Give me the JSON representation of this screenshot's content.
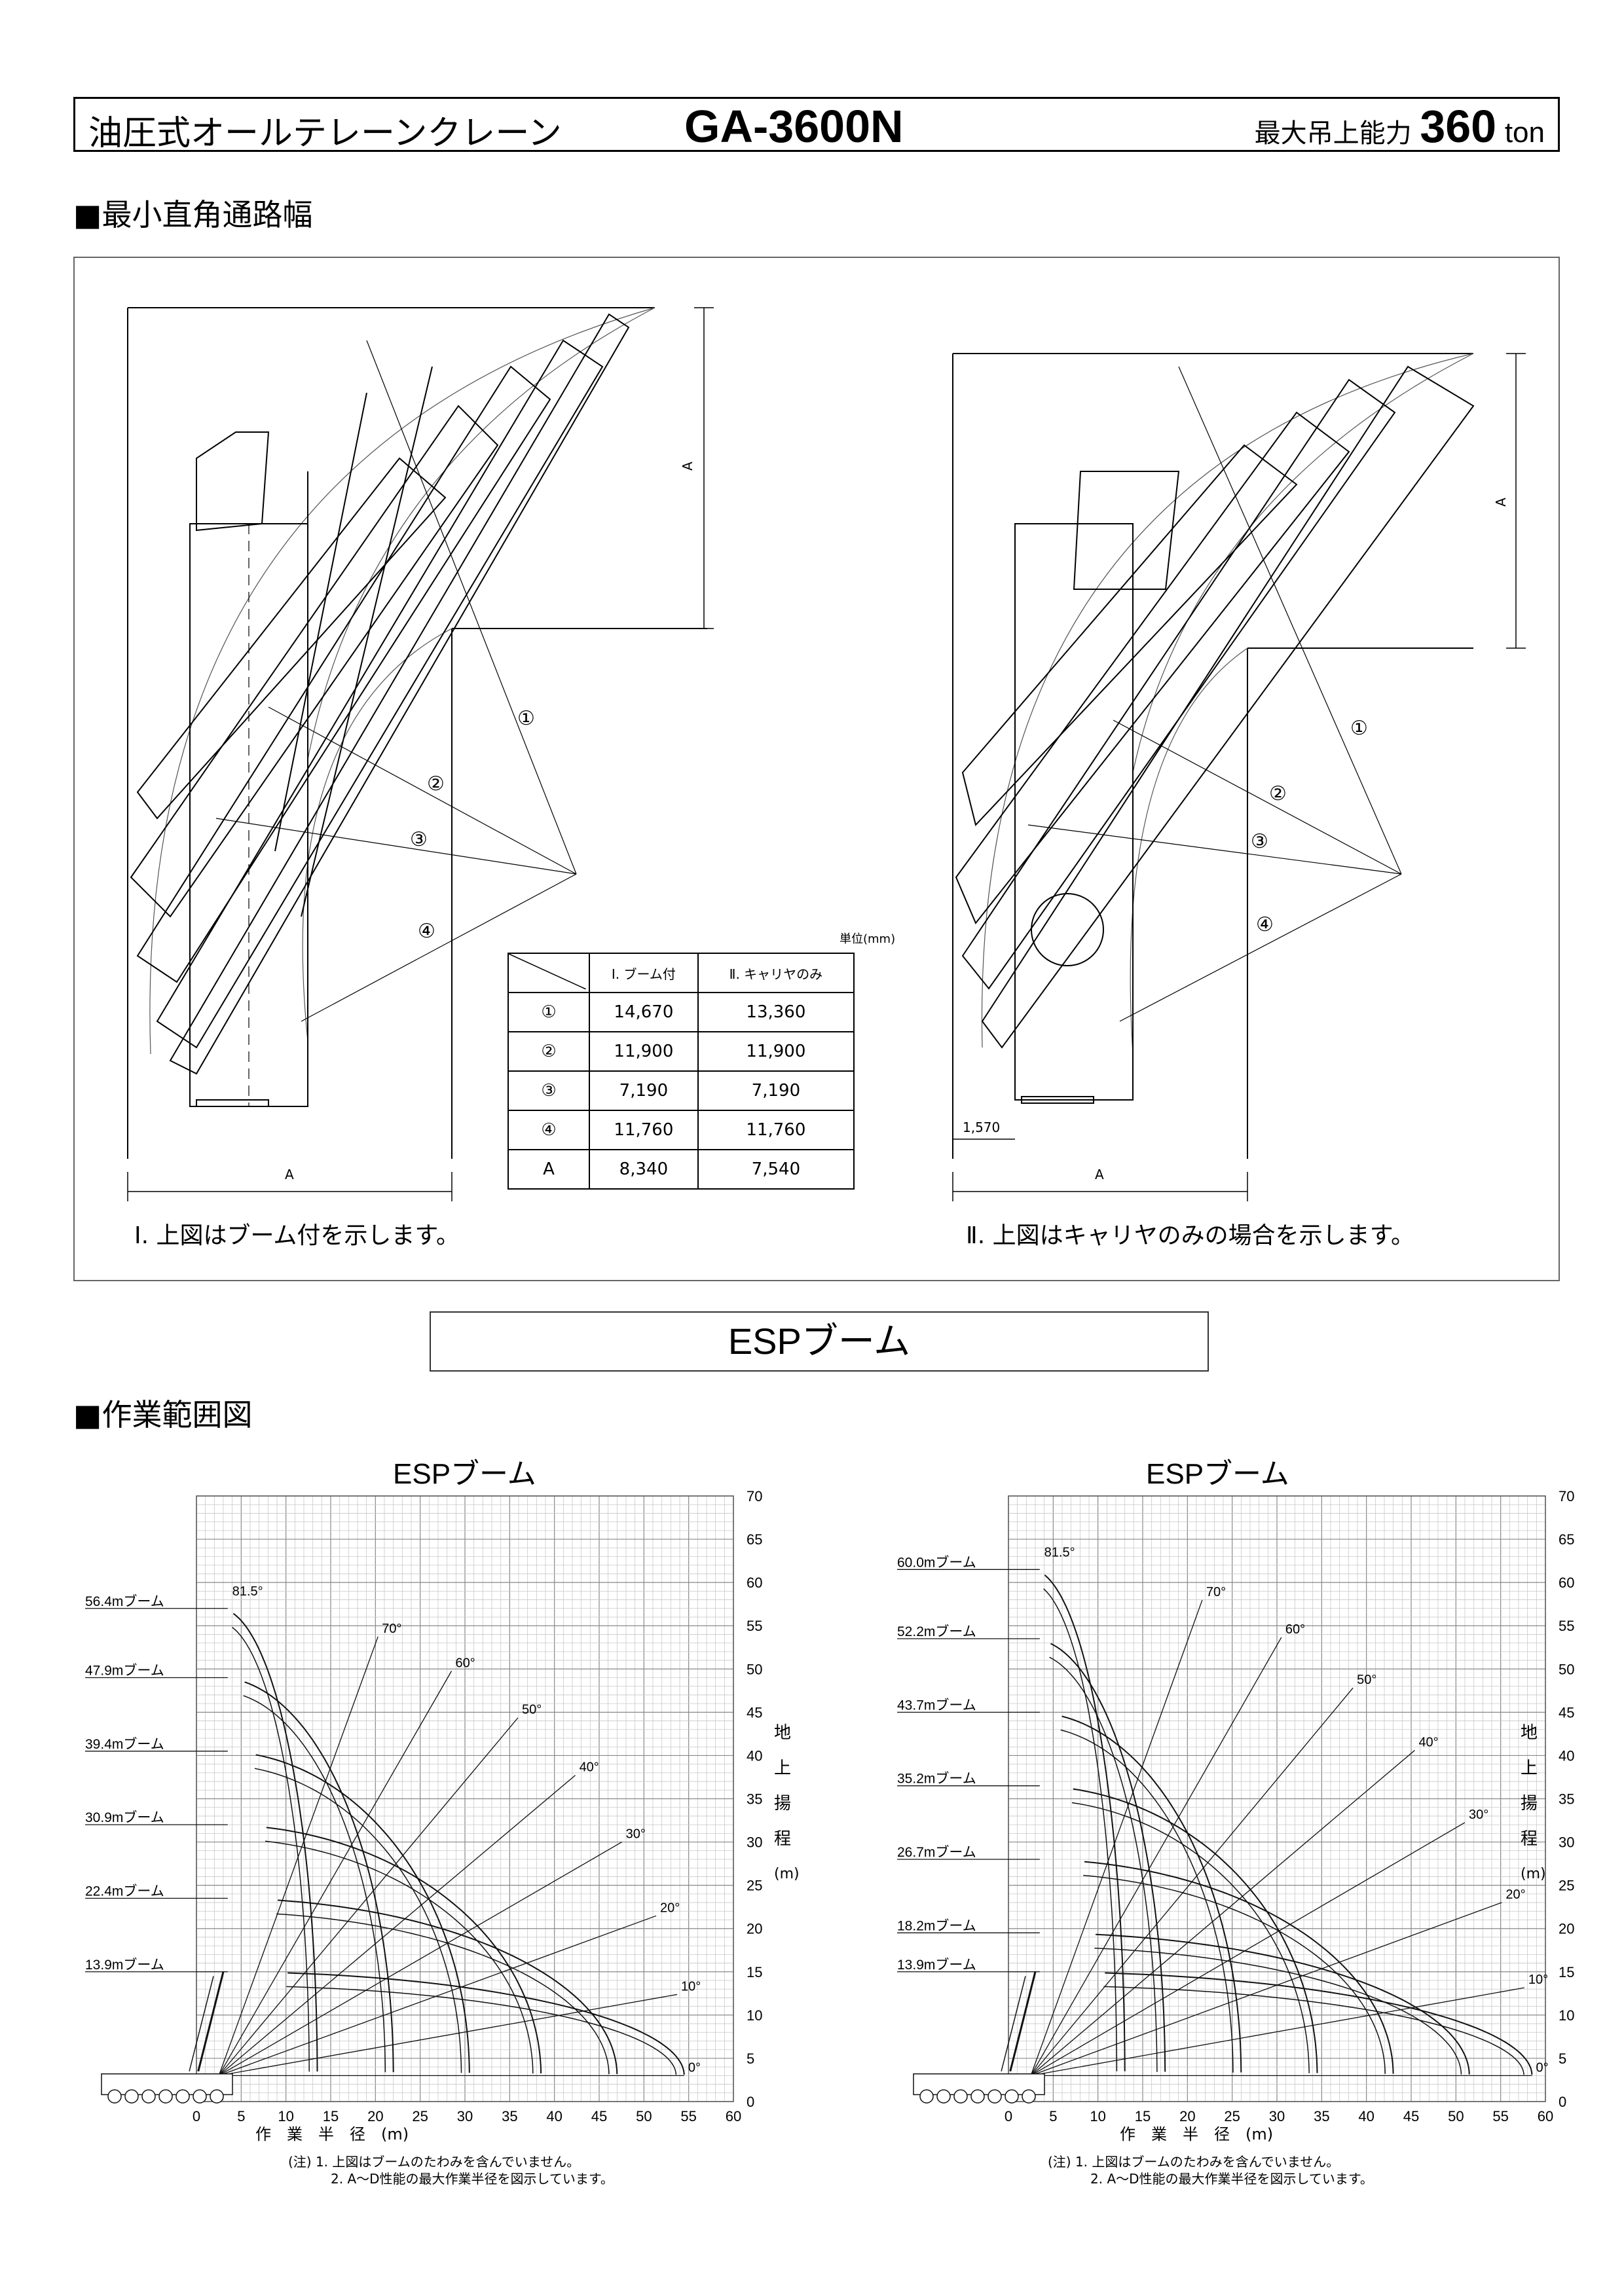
{
  "header": {
    "left_title": "油圧式オールテレーンクレーン",
    "model": "GA-3600N",
    "capacity_label": "最大吊上能力",
    "capacity_value": "360",
    "capacity_unit": "ton"
  },
  "turning": {
    "heading": "■最小直角通路幅",
    "left_caption": "Ⅰ. 上図はブーム付を示します。",
    "right_caption": "Ⅱ. 上図はキャリヤのみの場合を示します。",
    "dim_A": "A",
    "dim_1570": "1,570",
    "markers": [
      "①",
      "②",
      "③",
      "④"
    ],
    "table": {
      "unit": "単位(mm)",
      "col1": "Ⅰ. ブーム付",
      "col2": "Ⅱ. キャリヤのみ",
      "rows": [
        {
          "label": "①",
          "v1": "14,670",
          "v2": "13,360"
        },
        {
          "label": "②",
          "v1": "11,900",
          "v2": "11,900"
        },
        {
          "label": "③",
          "v1": "7,190",
          "v2": "7,190"
        },
        {
          "label": "④",
          "v1": "11,760",
          "v2": "11,760"
        },
        {
          "label": "A",
          "v1": "8,340",
          "v2": "7,540"
        }
      ]
    }
  },
  "esp_banner": "ESPブーム",
  "work_range": {
    "heading": "■作業範囲図",
    "x_label": "作　業　半　径　(m)",
    "y_label_chars": [
      "地",
      "上",
      "揚",
      "程"
    ],
    "y_unit": "(m)",
    "notes": [
      "(注)  1. 上図はブームのたわみを含んでいません。",
      "2. A～D性能の最大作業半径を図示しています。"
    ]
  },
  "chart_data": [
    {
      "type": "diagram",
      "title": "ESPブーム",
      "xlabel": "作業半径 (m)",
      "ylabel": "地上揚程 (m)",
      "xlim": [
        0,
        60
      ],
      "ylim": [
        0,
        70
      ],
      "x_ticks": [
        0,
        5,
        10,
        15,
        20,
        25,
        30,
        35,
        40,
        45,
        50,
        55,
        60
      ],
      "y_ticks": [
        0,
        5,
        10,
        15,
        20,
        25,
        30,
        35,
        40,
        45,
        50,
        55,
        60,
        65,
        70
      ],
      "boom_labels": [
        {
          "label": "56.4mブーム",
          "height": 57
        },
        {
          "label": "47.9mブーム",
          "height": 49
        },
        {
          "label": "39.4mブーム",
          "height": 40.5
        },
        {
          "label": "30.9mブーム",
          "height": 32
        },
        {
          "label": "22.4mブーム",
          "height": 23.5
        },
        {
          "label": "13.9mブーム",
          "height": 15
        }
      ],
      "arc_max_radius": [
        13.5,
        22,
        30.5,
        38.5,
        47,
        54.5
      ],
      "angles": [
        "81.5°",
        "70°",
        "60°",
        "50°",
        "40°",
        "30°",
        "20°",
        "10°",
        "0°"
      ]
    },
    {
      "type": "diagram",
      "title": "ESPブーム",
      "xlabel": "作業半径 (m)",
      "ylabel": "地上揚程 (m)",
      "xlim": [
        0,
        60
      ],
      "ylim": [
        0,
        70
      ],
      "x_ticks": [
        0,
        5,
        10,
        15,
        20,
        25,
        30,
        35,
        40,
        45,
        50,
        55,
        60
      ],
      "y_ticks": [
        0,
        5,
        10,
        15,
        20,
        25,
        30,
        35,
        40,
        45,
        50,
        55,
        60,
        65,
        70
      ],
      "boom_labels": [
        {
          "label": "60.0mブーム",
          "height": 61.5
        },
        {
          "label": "52.2mブーム",
          "height": 53.5
        },
        {
          "label": "43.7mブーム",
          "height": 45
        },
        {
          "label": "35.2mブーム",
          "height": 36.5
        },
        {
          "label": "26.7mブーム",
          "height": 28
        },
        {
          "label": "18.2mブーム",
          "height": 19.5
        },
        {
          "label": "13.9mブーム",
          "height": 15
        }
      ],
      "arc_max_radius": [
        13,
        17.5,
        26,
        34.5,
        43,
        51.5,
        58.5
      ],
      "angles": [
        "81.5°",
        "70°",
        "60°",
        "50°",
        "40°",
        "30°",
        "20°",
        "10°",
        "0°"
      ]
    }
  ]
}
